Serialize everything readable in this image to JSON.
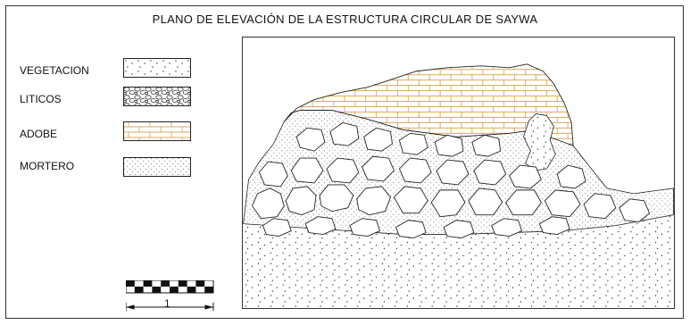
{
  "title": "PLANO DE ELEVACIÓN DE LA ESTRUCTURA CIRCULAR DE SAYWA",
  "legend": [
    {
      "label": "VEGETACION",
      "pattern": "vegetation"
    },
    {
      "label": "LITICOS",
      "pattern": "lithics"
    },
    {
      "label": "ADOBE",
      "pattern": "adobe"
    },
    {
      "label": "MORTERO",
      "pattern": "mortar"
    }
  ],
  "scale": {
    "label": "1"
  },
  "colors": {
    "adobe_line": "#d9a860",
    "ink": "#222222"
  }
}
